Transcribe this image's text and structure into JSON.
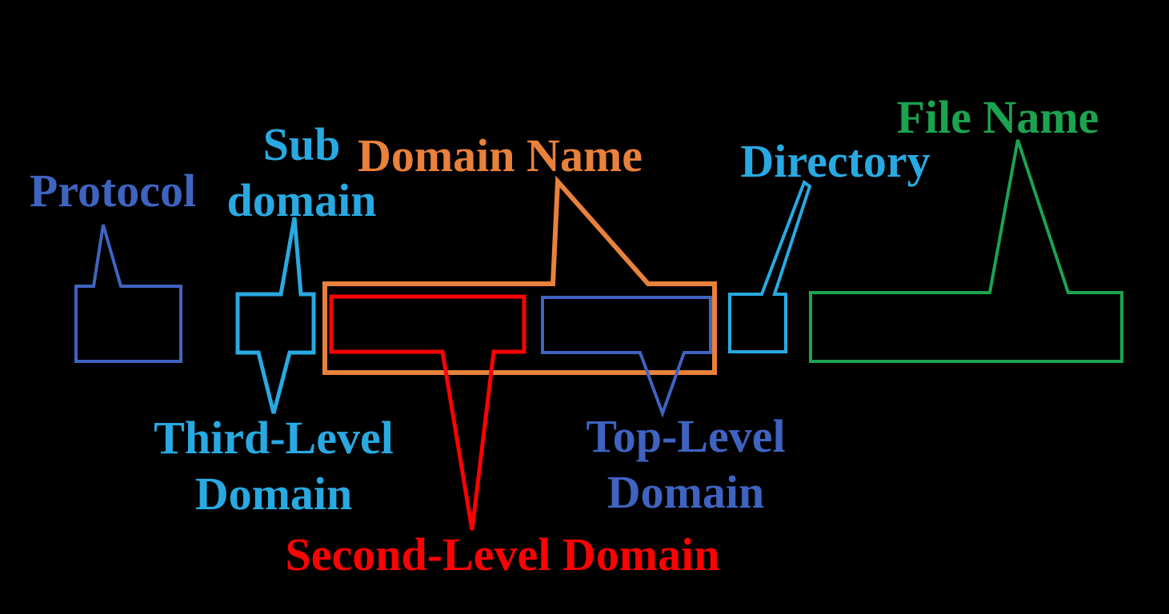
{
  "diagram": {
    "name": "url-structure-diagram",
    "background": "#000000"
  },
  "colors": {
    "royal_blue": "#3F63C0",
    "light_blue": "#29A9E1",
    "orange": "#E8813B",
    "red": "#FB0203",
    "green": "#1CA350",
    "background": "#000000"
  },
  "labels": {
    "protocol": {
      "text": "Protocol"
    },
    "subdomain": {
      "line1": "Sub",
      "line2": "domain"
    },
    "domain_name": {
      "text": "Domain Name"
    },
    "directory": {
      "text": "Directory"
    },
    "file_name": {
      "text": "File Name"
    },
    "third_level": {
      "line1": "Third-Level",
      "line2": "Domain"
    },
    "top_level": {
      "line1": "Top-Level",
      "line2": "Domain"
    },
    "second_level": {
      "text": "Second-Level Domain"
    }
  }
}
